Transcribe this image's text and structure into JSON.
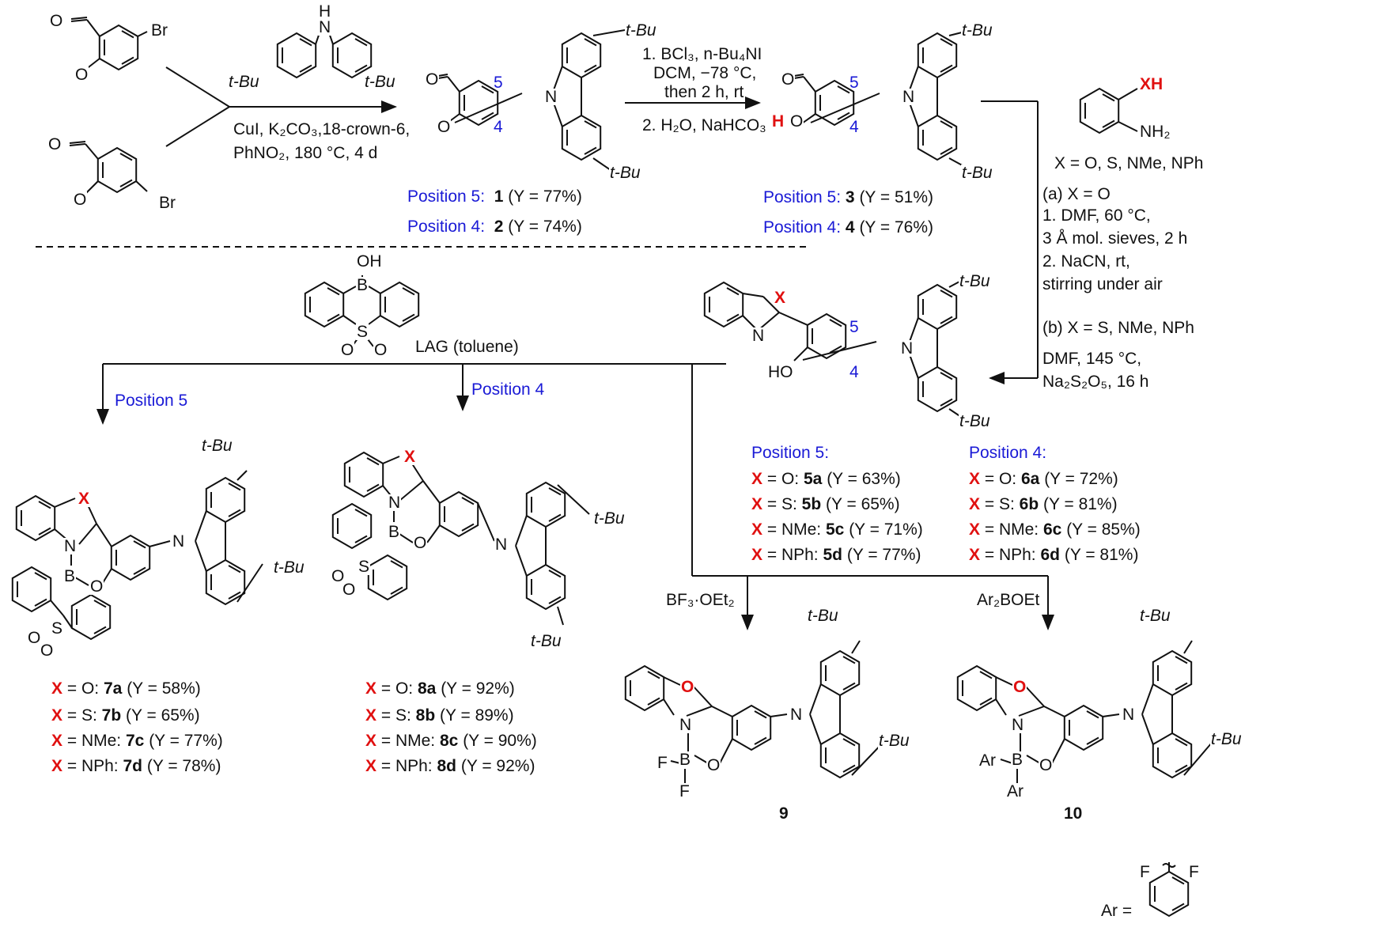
{
  "reaction1": {
    "reagents": [
      "CuI, K",
      "2",
      "CO",
      "3",
      ",18-crown-6,",
      "PhNO",
      "2",
      ", 180 °C, 4 d"
    ],
    "line1": "CuI, K₂CO₃,18-crown-6,",
    "line2": "PhNO₂, 180 °C, 4 d",
    "products": [
      {
        "position": "Position 5:",
        "id": "1",
        "yield": "(Y = 77%)"
      },
      {
        "position": "Position 4:",
        "id": "2",
        "yield": "(Y = 74%)"
      }
    ]
  },
  "reaction2": {
    "line1": "1. BCl₃, n-Bu₄NI",
    "line2": "DCM, −78 °C,",
    "line3": "then 2 h, rt",
    "line4": "2. H₂O, NaHCO₃",
    "products": [
      {
        "position": "Position 5:",
        "id": "3",
        "yield": "(Y = 51%)"
      },
      {
        "position": "Position 4:",
        "id": "4",
        "yield": "(Y = 76%)"
      }
    ]
  },
  "reaction3": {
    "amine_x_label": "X = O, S, NMe, NPh",
    "a_label": "(a) X = O",
    "a_steps": [
      "1. DMF, 60 °C,",
      "3 Å mol. sieves, 2 h",
      "2. NaCN, rt,",
      "stirring under air"
    ],
    "b_label": "(b) X = S, NMe, NPh",
    "b_steps": [
      "DMF, 145 °C,",
      "Na₂S₂O₅, 16 h"
    ],
    "groups": [
      {
        "title": "Position 5:",
        "rows": [
          {
            "x": "X",
            "sub": "= O:",
            "id": "5a",
            "yield": "(Y = 63%)"
          },
          {
            "x": "X",
            "sub": "= S:",
            "id": "5b",
            "yield": "(Y = 65%)"
          },
          {
            "x": "X",
            "sub": "= NMe:",
            "id": "5c",
            "yield": "(Y = 71%)"
          },
          {
            "x": "X",
            "sub": "= NPh:",
            "id": "5d",
            "yield": "(Y = 77%)"
          }
        ]
      },
      {
        "title": "Position 4:",
        "rows": [
          {
            "x": "X",
            "sub": "= O:",
            "id": "6a",
            "yield": "(Y = 72%)"
          },
          {
            "x": "X",
            "sub": "= S:",
            "id": "6b",
            "yield": "(Y = 81%)"
          },
          {
            "x": "X",
            "sub": "= NMe:",
            "id": "6c",
            "yield": "(Y = 85%)"
          },
          {
            "x": "X",
            "sub": "= NPh:",
            "id": "6d",
            "yield": "(Y = 81%)"
          }
        ]
      }
    ]
  },
  "reaction4": {
    "lag_label": "LAG (toluene)",
    "branch_pos5": "Position 5",
    "branch_pos4": "Position 4",
    "bf3_label": "BF₃·OEt₂",
    "ar2_label": "Ar₂BOEt",
    "series7": [
      {
        "x": "X",
        "sub": "= O:",
        "id": "7a",
        "yield": "(Y = 58%)"
      },
      {
        "x": "X",
        "sub": "= S:",
        "id": "7b",
        "yield": "(Y = 65%)"
      },
      {
        "x": "X",
        "sub": "= NMe:",
        "id": "7c",
        "yield": "(Y = 77%)"
      },
      {
        "x": "X",
        "sub": "= NPh:",
        "id": "7d",
        "yield": "(Y = 78%)"
      }
    ],
    "series8": [
      {
        "x": "X",
        "sub": "= O:",
        "id": "8a",
        "yield": "(Y = 92%)"
      },
      {
        "x": "X",
        "sub": "= S:",
        "id": "8b",
        "yield": "(Y = 89%)"
      },
      {
        "x": "X",
        "sub": "= NMe:",
        "id": "8c",
        "yield": "(Y = 90%)"
      },
      {
        "x": "X",
        "sub": "= NPh:",
        "id": "8d",
        "yield": "(Y = 92%)"
      }
    ],
    "compound9": "9",
    "compound10": "10",
    "ar_def": "Ar ="
  },
  "atoms": {
    "tbu": "t-Bu",
    "br": "Br",
    "o": "O",
    "n": "N",
    "b": "B",
    "s": "S",
    "f": "F",
    "h": "H",
    "x": "X",
    "oh": "OH",
    "ho": "HO",
    "nh2": "NH₂",
    "xh": "XH",
    "ar": "Ar",
    "pos5": "5",
    "pos4": "4"
  },
  "colors": {
    "blue": "#1a1ad6",
    "red": "#e01010",
    "line": "#111111"
  }
}
